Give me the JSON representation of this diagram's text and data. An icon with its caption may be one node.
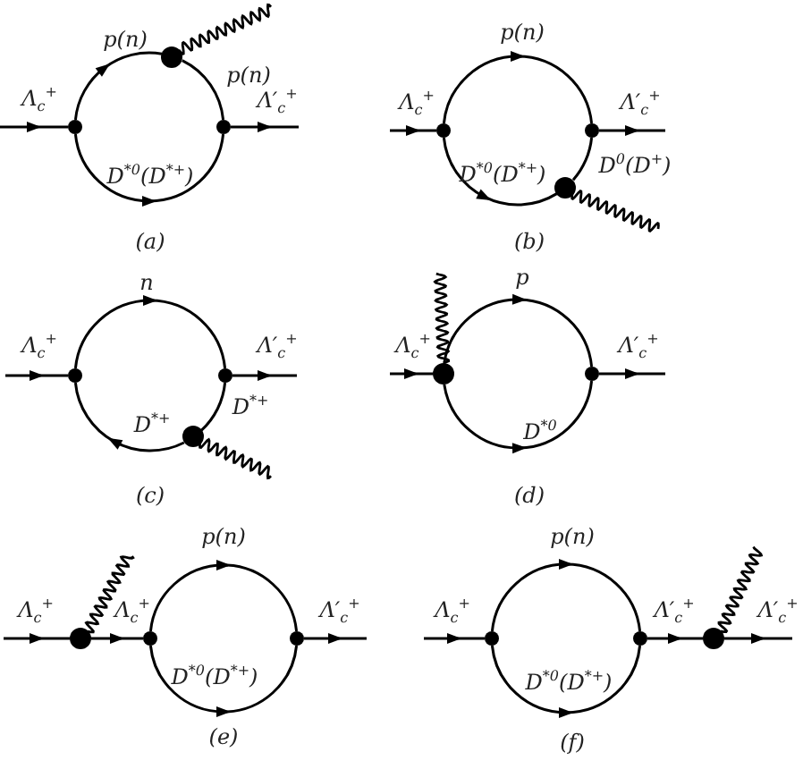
{
  "diagram": {
    "nodes": [
      {
        "text": [],
        "shape": "circle"
      },
      {
        "text": [],
        "shape": "circle"
      },
      {
        "text": [],
        "shape": "circle"
      },
      {
        "text": [],
        "shape": "circle"
      },
      {
        "text": [],
        "shape": "circle"
      },
      {
        "text": [],
        "shape": "circle"
      },
      {
        "text": [],
        "shape": "circle"
      },
      {
        "text": [],
        "shape": "circle"
      },
      {
        "text": [],
        "shape": "circle"
      },
      {
        "text": [],
        "shape": "circle"
      },
      {
        "text": [],
        "shape": "circle"
      },
      {
        "text": [],
        "shape": "circle"
      },
      {
        "text": [],
        "shape": "circle"
      },
      {
        "text": [],
        "shape": "circle"
      },
      {
        "text": [],
        "shape": "circle"
      },
      {
        "text": [],
        "shape": "circle"
      },
      {
        "text": [],
        "shape": "circle"
      }
    ],
    "edges": [
      {
        "from": null,
        "to": 0,
        "arrow": "to",
        "label": "Λ$_{c}$$^{+}$"
      },
      {
        "from": 0,
        "to": 1,
        "arrow": "to",
        "label": "p(n)"
      },
      {
        "from": 1,
        "to": 2,
        "arrow": "none",
        "label": "p(n)"
      },
      {
        "from": 0,
        "to": 2,
        "arrow": "to",
        "label": "D$^{*0}$(D$^{*+}$)"
      },
      {
        "from": 2,
        "to": null,
        "arrow": "to",
        "label": "Λ′$_{c}$$^{+}$"
      },
      {
        "from": null,
        "to": 3,
        "arrow": "to",
        "label": "Λ$_{c}$$^{+}$"
      },
      {
        "from": 3,
        "to": 4,
        "arrow": "to",
        "label": "p(n)"
      },
      {
        "from": 3,
        "to": 5,
        "arrow": "to",
        "label": "D$^{*0}$(D$^{*+}$)"
      },
      {
        "from": 5,
        "to": 4,
        "arrow": "none",
        "label": "D$^{0}$(D$^{+}$)"
      },
      {
        "from": 4,
        "to": null,
        "arrow": "to",
        "label": "Λ′$_{c}$$^{+}$"
      },
      {
        "from": null,
        "to": 6,
        "arrow": "to",
        "label": "Λ$_{c}$$^{+}$"
      },
      {
        "from": 6,
        "to": 7,
        "arrow": "to",
        "label": "n"
      },
      {
        "from": 7,
        "to": 8,
        "arrow": "none",
        "label": "D$^{*+}$"
      },
      {
        "from": 8,
        "to": 6,
        "arrow": "to",
        "label": "D$^{*+}$"
      },
      {
        "from": 7,
        "to": null,
        "arrow": "to",
        "label": "Λ′$_{c}$$^{+}$"
      },
      {
        "from": null,
        "to": 9,
        "arrow": "to",
        "label": "Λ$_{c}$$^{+}$"
      },
      {
        "from": 9,
        "to": 10,
        "arrow": "to",
        "label": "p"
      },
      {
        "from": 9,
        "to": 10,
        "arrow": "to",
        "label": "D$^{*0}$"
      },
      {
        "from": 10,
        "to": null,
        "arrow": "to",
        "label": "Λ′$_{c}$$^{+}$"
      },
      {
        "from": null,
        "to": 11,
        "arrow": "to",
        "label": "Λ$_{c}$$^{+}$"
      },
      {
        "from": 11,
        "to": 12,
        "arrow": "to",
        "label": "Λ$_{c}$$^{+}$"
      },
      {
        "from": 12,
        "to": 13,
        "arrow": "to",
        "label": "p(n)"
      },
      {
        "from": 12,
        "to": 13,
        "arrow": "to",
        "label": "D$^{*0}$(D$^{*+}$)"
      },
      {
        "from": 13,
        "to": null,
        "arrow": "to",
        "label": "Λ′$_{c}$$^{+}$"
      },
      {
        "from": null,
        "to": 14,
        "arrow": "to",
        "label": "Λ$_{c}$$^{+}$"
      },
      {
        "from": 14,
        "to": 15,
        "arrow": "to",
        "label": "p(n)"
      },
      {
        "from": 14,
        "to": 15,
        "arrow": "to",
        "label": "D$^{*0}$(D$^{*+}$)"
      },
      {
        "from": 15,
        "to": 16,
        "arrow": "to",
        "label": "Λ′$_{c}$$^{+}$"
      },
      {
        "from": 16,
        "to": null,
        "arrow": "to",
        "label": "Λ′$_{c}$$^{+}$"
      }
    ],
    "labels": [
      "(a)",
      "(b)",
      "(c)",
      "(d)",
      "(e)",
      "(f)"
    ]
  }
}
